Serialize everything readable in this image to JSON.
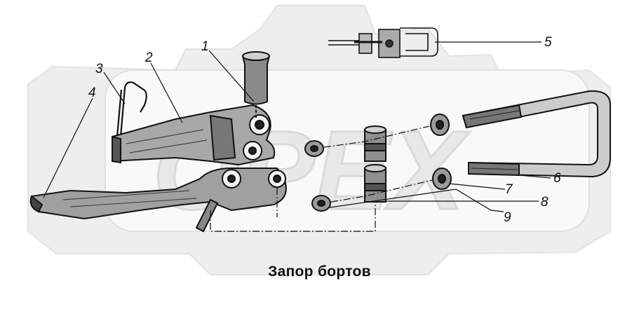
{
  "diagram": {
    "caption": "Запор бортов",
    "watermark_text": "OPEX",
    "callouts": [
      "1",
      "2",
      "3",
      "4",
      "5",
      "6",
      "7",
      "8",
      "9"
    ],
    "colors": {
      "ink": "#111111",
      "watermark_fill": "#ececec",
      "watermark_edge": "#dcdcdc",
      "part_fill": "#9a9a9a",
      "part_dark": "#3a3a3a"
    }
  }
}
